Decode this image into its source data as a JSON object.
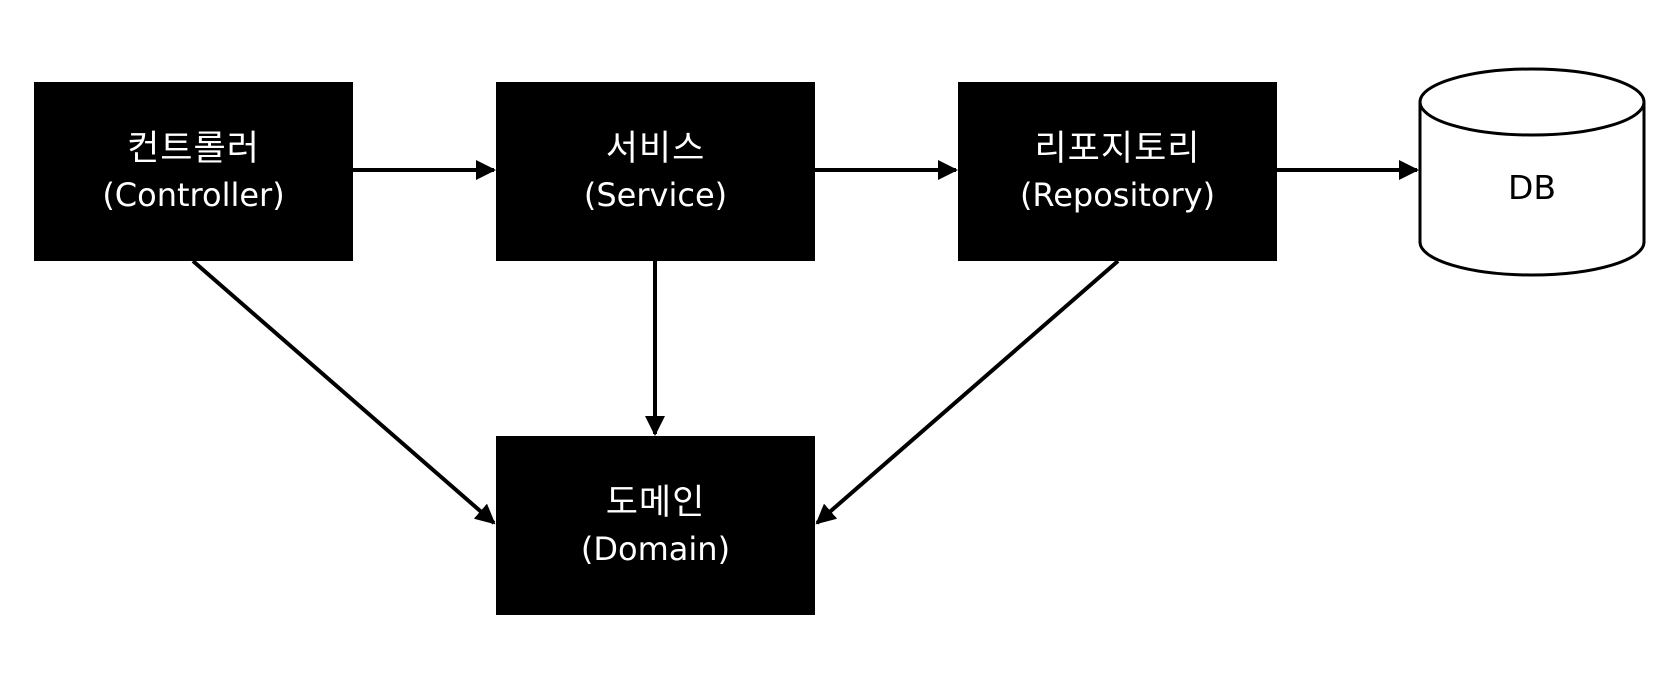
{
  "nodes": {
    "controller": {
      "label_ko": "컨트롤러",
      "label_en": "(Controller)"
    },
    "service": {
      "label_ko": "서비스",
      "label_en": "(Service)"
    },
    "repository": {
      "label_ko": "리포지토리",
      "label_en": "(Repository)"
    },
    "domain": {
      "label_ko": "도메인",
      "label_en": "(Domain)"
    },
    "db": {
      "label": "DB"
    }
  },
  "edges": [
    {
      "from": "controller",
      "to": "service"
    },
    {
      "from": "service",
      "to": "repository"
    },
    {
      "from": "repository",
      "to": "db"
    },
    {
      "from": "controller",
      "to": "domain"
    },
    {
      "from": "service",
      "to": "domain"
    },
    {
      "from": "repository",
      "to": "domain"
    }
  ],
  "colors": {
    "box_fill": "#000000",
    "box_text": "#ffffff",
    "line": "#000000",
    "background": "#ffffff"
  }
}
